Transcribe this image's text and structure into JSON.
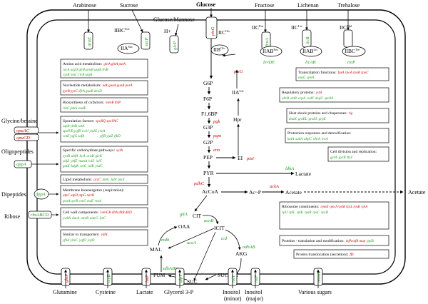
{
  "external": {
    "arabinose": "Arabinose",
    "sucrose": "Sucrose",
    "glucose": "Glucose",
    "glucose_mannose": "Glucose/Mannose",
    "fructose": "Fructose",
    "lichenan": "Lichenan",
    "trehalose": "Trehalose",
    "glycine_betaine": "Glycine/betaine",
    "oligopeptides": "Oligopeptides",
    "dipeptides": "Dipeptides",
    "ribose": "Ribose",
    "acetate_out": "Acetate",
    "glutamine": "Glutamine",
    "cysteine": "Cysteine",
    "lactate_out": "Lactate",
    "glycerol3p": "Glycerol 3-P",
    "inositol_minor": "Inositol",
    "inositol_minor2": "(minor)",
    "inositol_major": "Inositol",
    "inositol_major2": "(major)",
    "various_sugars": "Various sugars"
  },
  "pts": {
    "iibc_suc": "IIBC",
    "iibc_suc_sup": "Suc",
    "iia_suc": "IIA",
    "iia_suc_sup": "Suc",
    "h_plus": "H+",
    "iic_glc": "IIC",
    "iic_glc_sup": "Glc",
    "iib_glc": "IIB",
    "iib_glc_sup": "Glc",
    "iia_glc": "IIA",
    "iia_glc_sup": "Glc",
    "iic_fru": "IIC",
    "iic_fru_sup": "Fru",
    "iiab_fru": "IIAB",
    "iiab_fru_sup": "Fru",
    "iic_lic": "IIC",
    "iic_lic_sup": "Lic",
    "iiab_lic": "IIAB",
    "iiab_lic_sup": "Lic",
    "iic_mal": "IIC",
    "iic_mal_sup": "Mal",
    "iibc_tre": "IIBC",
    "iibc_tre_sup": "Tre",
    "hpr": "Hpr",
    "ei": "EI"
  },
  "genes": {
    "araE": "araE",
    "sacP": "sacP",
    "glcP": "glcP",
    "ptsG_top": "ptsG",
    "ptsG_mid": "ptsG",
    "fruA": "fruA",
    "licB": "licB",
    "licAB": "licAB",
    "levDE": "levDE",
    "treP": "treP",
    "pgk": "pgk",
    "pgm": "pgm",
    "eno": "eno",
    "ptsI": "ptsI",
    "pdhC": "pdhC",
    "ldhA": "ldhA",
    "ackA": "ackA",
    "gltA": "gltA",
    "acnB": "acnB",
    "icd": "icd",
    "aceA": "aceA",
    "mdh": "mdh",
    "odhAB": "odhAB",
    "sdhABC": "sdhABC",
    "opuAC": "opuAC",
    "opuCD": "opuCD",
    "appA": "appA",
    "dppA": "dppA",
    "rbsABCD": "rbsABCD",
    "glnP": "glnP",
    "tcyB": "tcyB",
    "lutP": "lutP",
    "glpT": "glpT",
    "iolT": "iolT",
    "iolF": "iolF",
    "msmX": "msmX"
  },
  "metabolites": {
    "g6p": "G6P",
    "f6p": "F6P",
    "f16bp": "F1,6BP",
    "g3p": "G3P",
    "g2p": "G2P",
    "pep": "PEP",
    "pyr": "PYR",
    "lactate": "Lactate",
    "accoa": "AcCoA",
    "acp": "Ac~P",
    "acetate": "Acetate",
    "cit": "CIT",
    "oaa": "OAA",
    "mal": "MAL",
    "fum": "FUM",
    "suc": "SUC",
    "succoa": "SUCCoA",
    "akg": "AKG",
    "ict": "ICIT"
  },
  "boxes_left": [
    {
      "title": "Amino acid metabolism:",
      "red": "glnA glnA patA",
      "green": [
        "rocA argD glnA ansB aspB ilvB",
        "cysK leuC ctrB argB"
      ]
    },
    {
      "title": "Nucleotide metabolism:",
      "red": "adk guaA guaB purA",
      "green": [
        "pyrB pyrC",
        "dfrA guaB deoD"
      ]
    },
    {
      "title": "Biosynthesis of cofactors:",
      "red": "menB thiP",
      "green": [
        "ribC pdxS",
        "nadE"
      ]
    },
    {
      "title": "Sporulation factors:",
      "red": "spoIIQ spoVAC",
      "green": [
        "sspB ylnB cotA",
        "spoIVB yqfD cwlJ yodG yveA",
        "cotE yqjG safA",
        "yfjB yjaZ yfkD",
        "cotG"
      ]
    },
    {
      "title": "Specific carbohydrate pathways:",
      "red": "xylA",
      "green": [
        "xynB",
        "abfA",
        "licA",
        "araB",
        "glcK",
        "ydjE",
        "yhfE",
        "manA",
        "iolE",
        "iolC",
        "gntK",
        "kdgK",
        "iolG",
        "iolB",
        "yxdC"
      ]
    },
    {
      "title": "Lipid metabolism:",
      "red": "accC",
      "green": [
        "fabG",
        "fabI",
        "plsX"
      ]
    },
    {
      "title": "Membrane bioenergetics (respiration):",
      "red": "atpC atpD atpG narH",
      "green": [
        "qoxA qcrB",
        "ctaC ctaE",
        "resA"
      ]
    },
    {
      "title": "Cell wall components:",
      "red": "comGB dltA dltB dltD",
      "green": [
        "ywbA",
        "dacA",
        "mreB",
        "murG",
        "lytC"
      ]
    },
    {
      "title": "Similar to transporters:",
      "red": "ydhL",
      "green": [
        "yfhA",
        "ybeC",
        "yqfO",
        "yxjO"
      ]
    }
  ],
  "boxes_right": [
    {
      "title": "Transcription functions:",
      "red": "fusA rpoA rpoB rpoC",
      "green": [
        "nusG",
        "greA"
      ]
    },
    {
      "title": "Regulatory proteins:",
      "red": "yvbI",
      "green": [
        "abrB",
        "sinR",
        "ccpA",
        "codY",
        "degU",
        "spo0A"
      ]
    },
    {
      "title": "Heat shock proteins and chaperones:",
      "red": "tig",
      "green": [
        "dnaK",
        "groEL",
        "groES",
        "grpE"
      ]
    },
    {
      "title": "Protection responses and detoxification:",
      "red": "",
      "green": [
        "katA",
        "sodA",
        "ahpC",
        "ohrA",
        "trxA"
      ]
    },
    {
      "title": "Cell division and replication:",
      "red": "",
      "green": [
        "gyrA",
        "gyrB",
        "ftsZ"
      ]
    },
    {
      "title": "Ribosome constituents:",
      "red": "rpmE rpmJ rpsM rpsL rpsK rplA",
      "green": [
        "rplJ",
        "rplL",
        "rplK",
        "rpsB",
        "rpsC",
        "rpsD"
      ]
    },
    {
      "title": "Proteins - translation and modification:",
      "red": "infA tufA map",
      "green": [
        "ppiB"
      ]
    },
    {
      "title": "Protein translocation (secretion):",
      "red": "ffh",
      "green": []
    }
  ]
}
